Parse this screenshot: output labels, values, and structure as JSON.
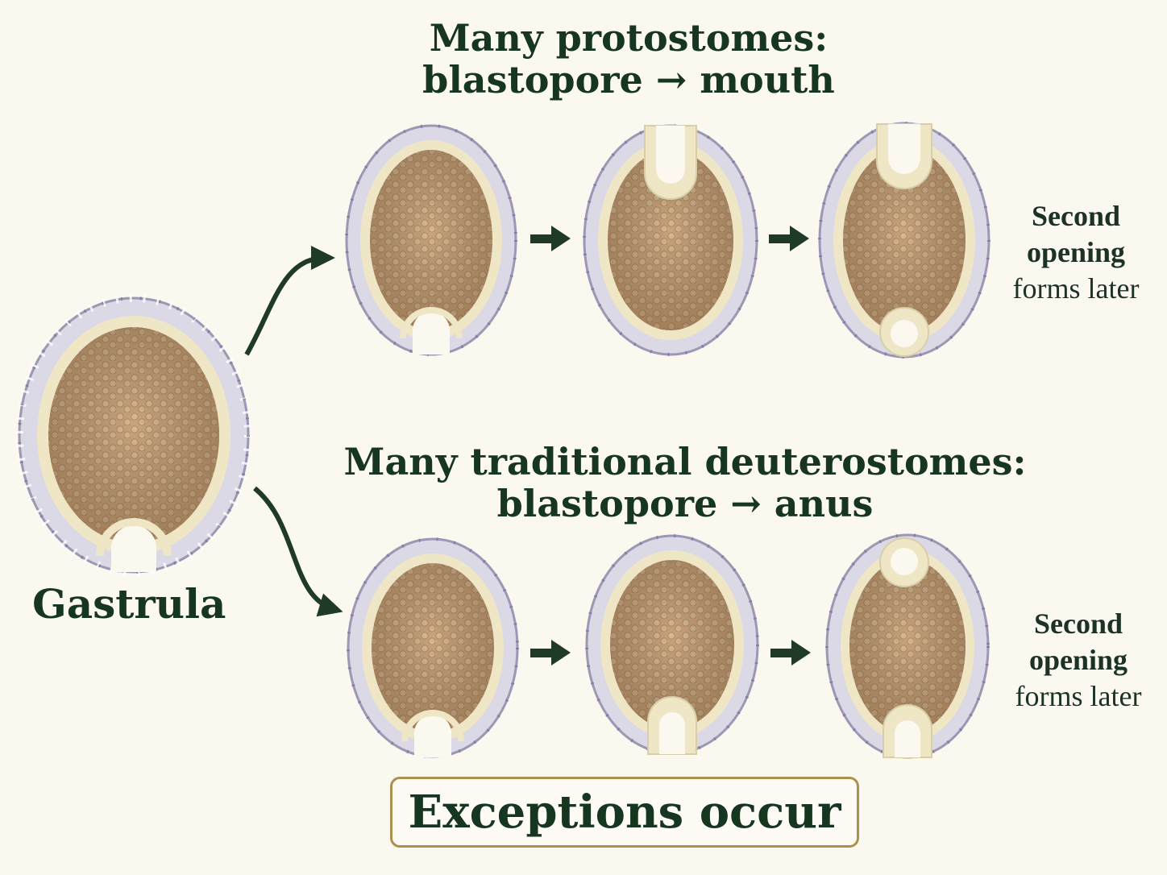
{
  "top_title": {
    "line1": "Many protostomes:",
    "line2": "blastopore → mouth"
  },
  "bottom_title": {
    "line1": "Many traditional deuterostomes:",
    "line2": "blastopore → anus"
  },
  "gastrula_label": "Gastrula",
  "second_opening_top": {
    "line1": "Second",
    "line2": "opening",
    "line3": "forms later"
  },
  "second_opening_bottom": {
    "line1": "Second",
    "line2": "opening",
    "line3": "forms later"
  },
  "exceptions_label": "Exceptions occur",
  "colors": {
    "heading_text": "#16361f",
    "arrow": "#1f3a27",
    "box_border": "#a8924e",
    "embryo_interior": "#c9a47c",
    "ectoderm_cells": "#d9d6e2",
    "endoderm_cells": "#efe5c4",
    "background": "#fbf8f0"
  }
}
